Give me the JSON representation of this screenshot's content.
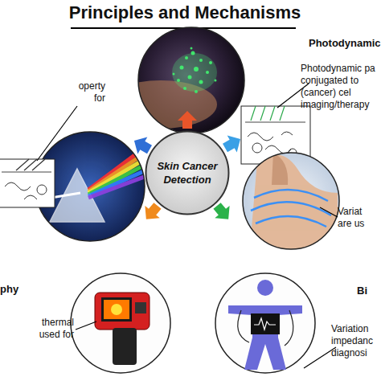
{
  "diagram": {
    "title": "Principles and Mechanisms",
    "nodes": [
      {
        "text": [
          "Skin Cancer Detection"
        ]
      }
    ],
    "labels": [
      "Photodynamic",
      "Photodynamic pa conjugated to (cancer) cel imaging/therapy",
      "operty for",
      "Variat are us",
      "phy",
      "thermal used for",
      "Bi",
      "Variation impedanc diagnosi"
    ]
  }
}
